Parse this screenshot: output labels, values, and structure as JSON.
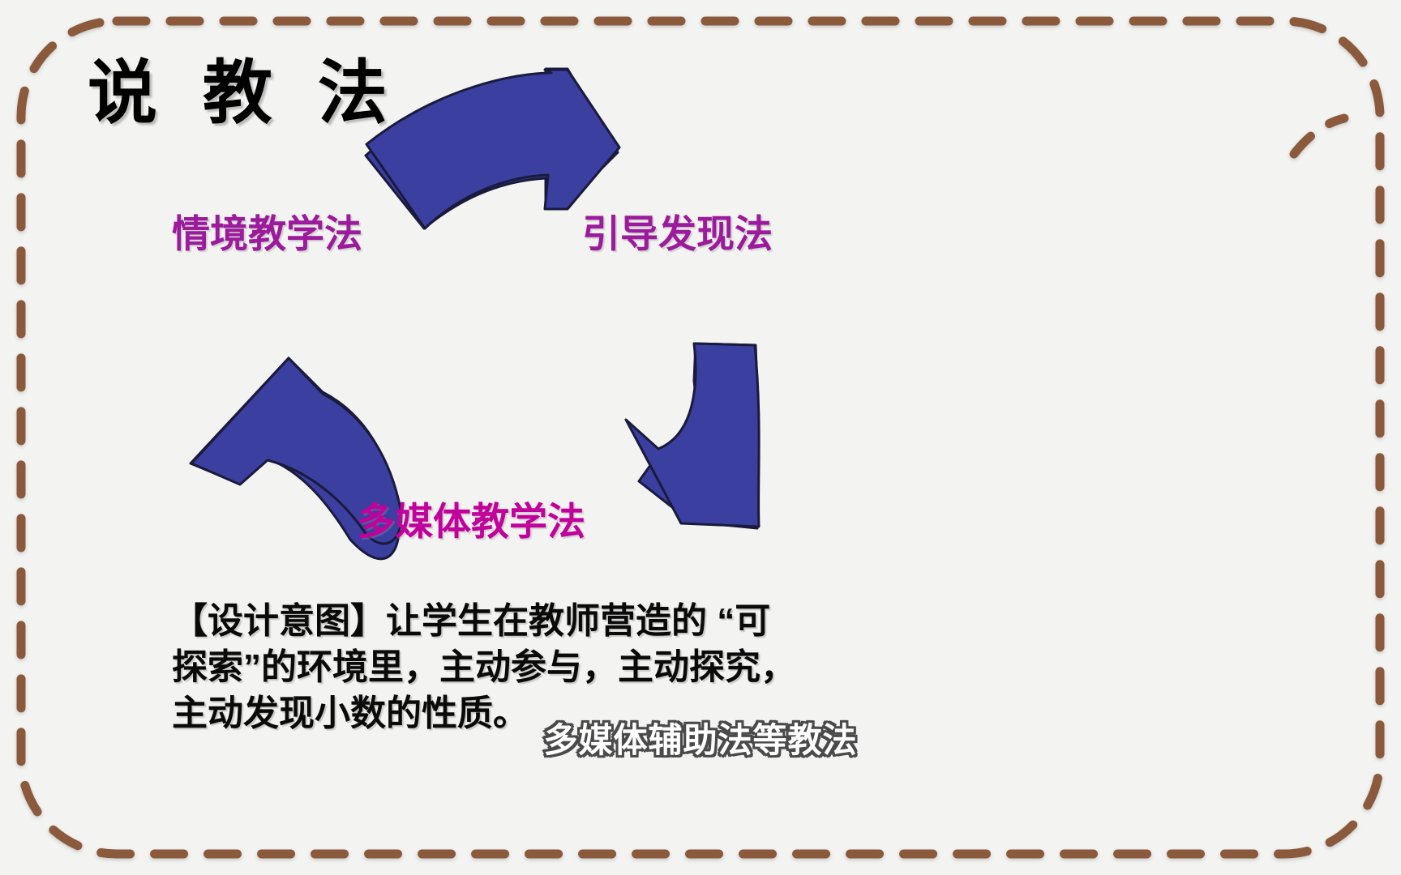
{
  "slide": {
    "background_color": "#f3f3f1",
    "title": "说 教 法",
    "title_color": "#000000"
  },
  "frame": {
    "name": "dashed-rounded-border",
    "color": "#8B5A3C",
    "style": "dashed",
    "stroke_width": 11,
    "dash": "34 30"
  },
  "cycle": {
    "accent_color": "#9C1A9C",
    "accent_color_bright": "#C2009C",
    "arrow_fill": "#3A3FA0",
    "arrow_stroke": "#1a1a3c",
    "labels": [
      {
        "id": "situational",
        "text": "情境教学法",
        "color": "#9C1A9C"
      },
      {
        "id": "guided",
        "text": "引导发现法",
        "color": "#9C1A9C"
      },
      {
        "id": "multimedia",
        "text": "多媒体教学法",
        "color": "#C2009C"
      }
    ],
    "arrows": [
      {
        "id": "arrow-top-right",
        "direction": "right"
      },
      {
        "id": "arrow-bottom-down",
        "direction": "down-left"
      },
      {
        "id": "arrow-left-up",
        "direction": "up-left"
      }
    ]
  },
  "design_intent": {
    "lines": [
      "【设计意图】让学生在教师营造的 “可",
      "探索”的环境里，主动参与，主动探究，",
      "主动发现小数的性质。"
    ],
    "color": "#0a0a0a"
  },
  "subtitle": {
    "text": "多媒体辅助法等教法",
    "fill_color": "#ffffff",
    "outline_color": "#4a4a4a"
  }
}
